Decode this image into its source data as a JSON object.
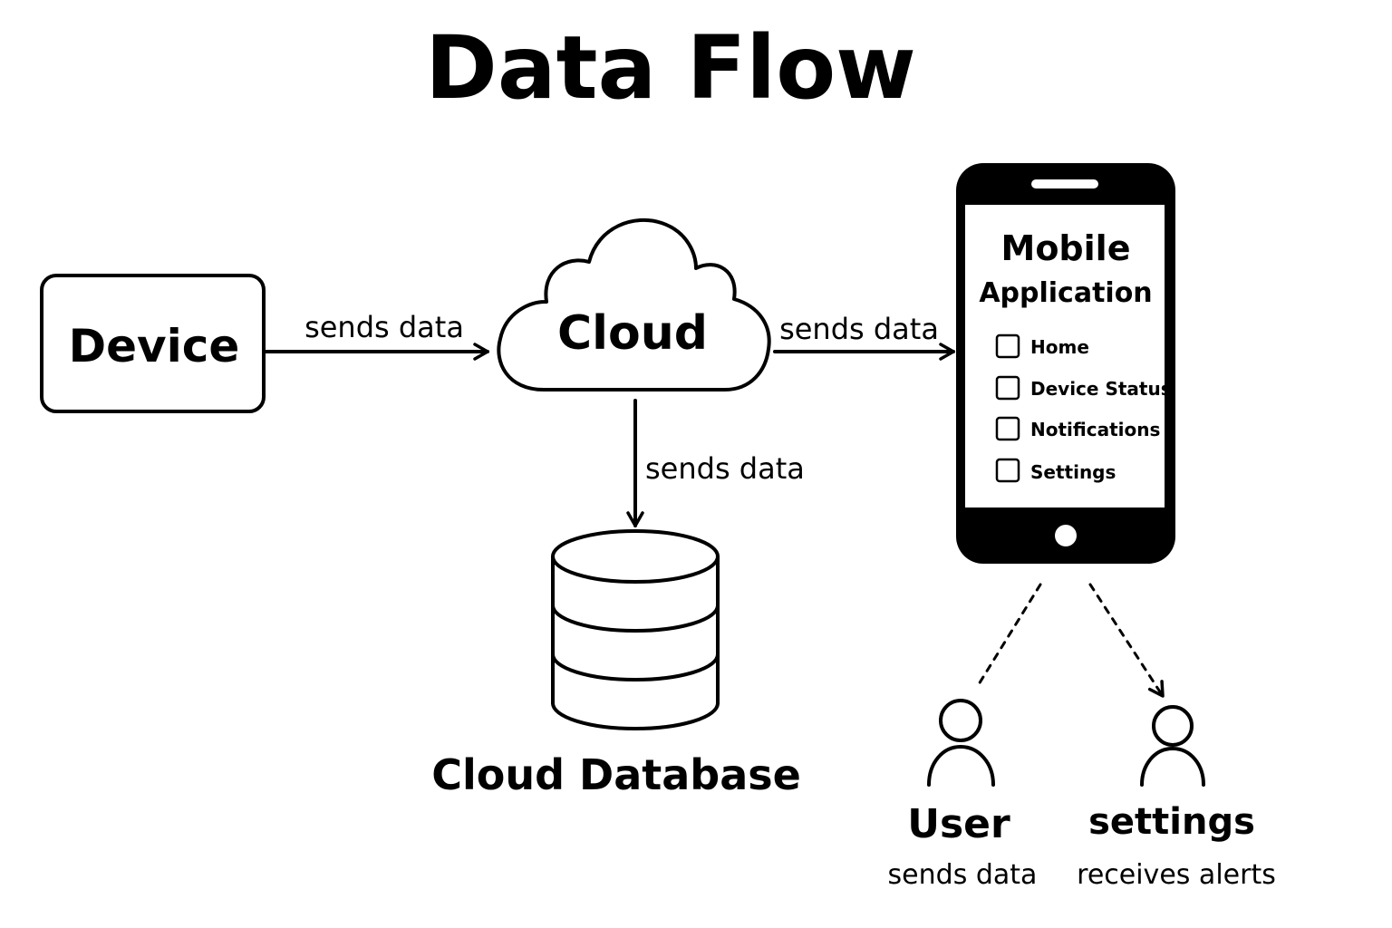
{
  "title": "Data Flow",
  "nodes": {
    "device": "Device",
    "cloud": "Cloud",
    "database": "Cloud Database",
    "mobile_app": {
      "title_line1": "Mobile",
      "title_line2": "Application",
      "menu": [
        "Home",
        "Device Status",
        "Notifications",
        "Settings"
      ]
    }
  },
  "edges": {
    "device_to_cloud": "sends data",
    "cloud_to_mobile": "sends data",
    "cloud_to_database": "sends data"
  },
  "actors": [
    {
      "name": "User",
      "caption": "sends data"
    },
    {
      "name": "settings",
      "caption": "receives alerts"
    }
  ]
}
